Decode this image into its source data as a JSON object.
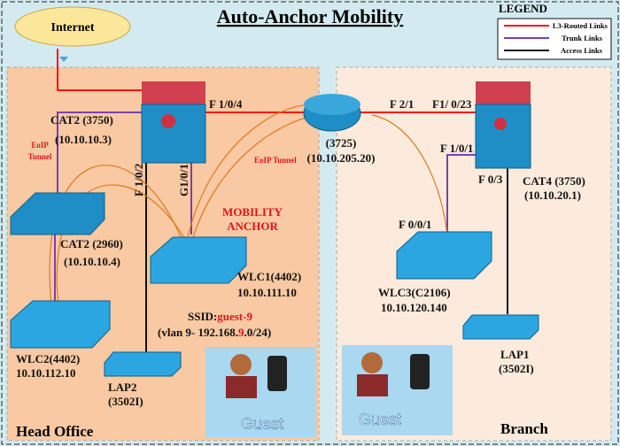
{
  "title": "Auto-Anchor Mobility",
  "legend": {
    "title": "LEGEND",
    "items": [
      {
        "label": "L3-Routed Links",
        "color": "#ff1010"
      },
      {
        "label": "Trunk Links",
        "color": "#7a3fb0"
      },
      {
        "label": "Access Links",
        "color": "#111111"
      }
    ]
  },
  "internet": "Internet",
  "regions": {
    "head_office": "Head Office",
    "branch": "Branch"
  },
  "devices": {
    "cat3750": {
      "name": "CAT2 (3750)",
      "ip": "(10.10.10.3)"
    },
    "cat2960": {
      "name": "CAT2 (2960)",
      "ip": "(10.10.10.4)"
    },
    "router": {
      "name": "(3725)",
      "ip": "(10.10.205.20)"
    },
    "cat4": {
      "name": "CAT4 (3750)",
      "ip": "(10.10.20.1)"
    },
    "wlc1": {
      "name": "WLC1(4402)",
      "ip": "10.10.111.10"
    },
    "wlc2": {
      "name": "WLC2(4402)",
      "ip": "10.10.112.10"
    },
    "wlc3": {
      "name": "WLC3(C2106)",
      "ip": "10.10.120.140"
    },
    "lap1": {
      "name": "LAP1",
      "model": "(3502I)"
    },
    "lap2": {
      "name": "LAP2",
      "model": "(3502I)"
    }
  },
  "ports": {
    "f104": "F 1/0/4",
    "f21": "F 2/1",
    "f1023": "F1/ 0/23",
    "f101": "F 1/0/1",
    "f03": "F 0/3",
    "f001": "F 0/0/1",
    "f102": "F 1/0/2",
    "g101": "G1/0/1"
  },
  "labels": {
    "eoip_left": [
      "EoIP",
      "Tunnel"
    ],
    "eoip_mid": "EoIP Tunnel",
    "mobility_anchor": [
      "MOBILITY",
      "ANCHOR"
    ],
    "ssid_prefix": "SSID:",
    "ssid": "guest-9",
    "vlan_prefix": "(vlan 9- 192.168.",
    "vlan_hl": "9",
    "vlan_suffix": ".0/24)",
    "guest": "Guest"
  }
}
